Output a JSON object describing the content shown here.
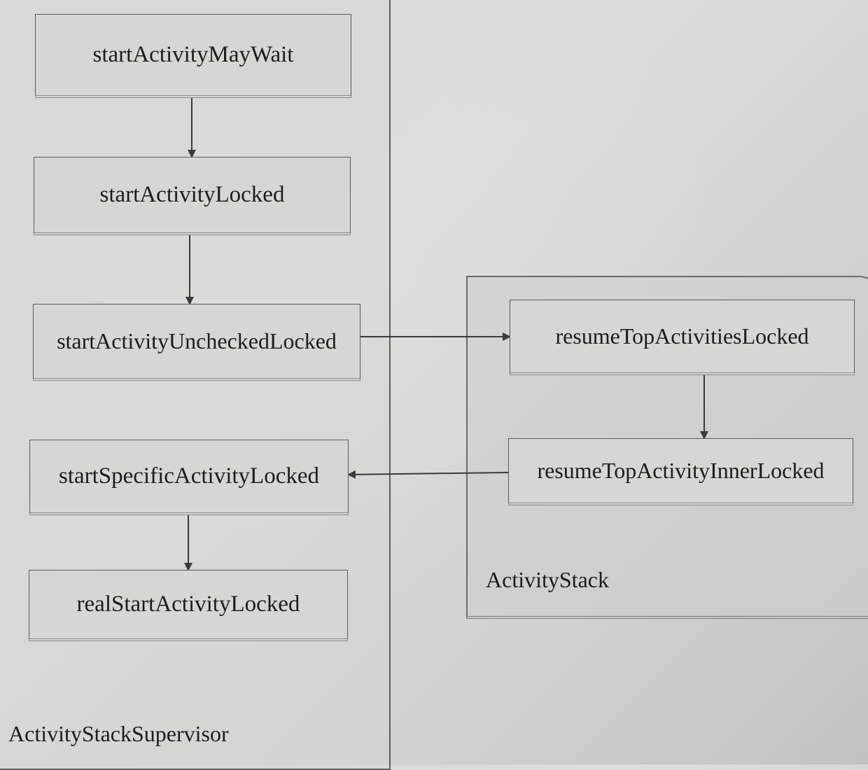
{
  "diagram": {
    "panels": {
      "supervisor_label": "ActivityStackSupervisor",
      "activity_stack_label": "ActivityStack"
    },
    "nodes": {
      "start_activity_may_wait": "startActivityMayWait",
      "start_activity_locked": "startActivityLocked",
      "start_activity_unchecked_locked": "startActivityUncheckedLocked",
      "start_specific_activity_locked": "startSpecificActivityLocked",
      "real_start_activity_locked": "realStartActivityLocked",
      "resume_top_activities_locked": "resumeTopActivitiesLocked",
      "resume_top_activity_inner_locked": "resumeTopActivityInnerLocked"
    },
    "edges": [
      {
        "from": "startActivityMayWait",
        "to": "startActivityLocked"
      },
      {
        "from": "startActivityLocked",
        "to": "startActivityUncheckedLocked"
      },
      {
        "from": "startActivityUncheckedLocked",
        "to": "resumeTopActivitiesLocked"
      },
      {
        "from": "resumeTopActivitiesLocked",
        "to": "resumeTopActivityInnerLocked"
      },
      {
        "from": "resumeTopActivityInnerLocked",
        "to": "startSpecificActivityLocked"
      },
      {
        "from": "startSpecificActivityLocked",
        "to": "realStartActivityLocked"
      }
    ],
    "colors": {
      "line": "#3a3a3a",
      "box_fill": "#d6d6d4",
      "paper": "#d9d9d7"
    }
  }
}
